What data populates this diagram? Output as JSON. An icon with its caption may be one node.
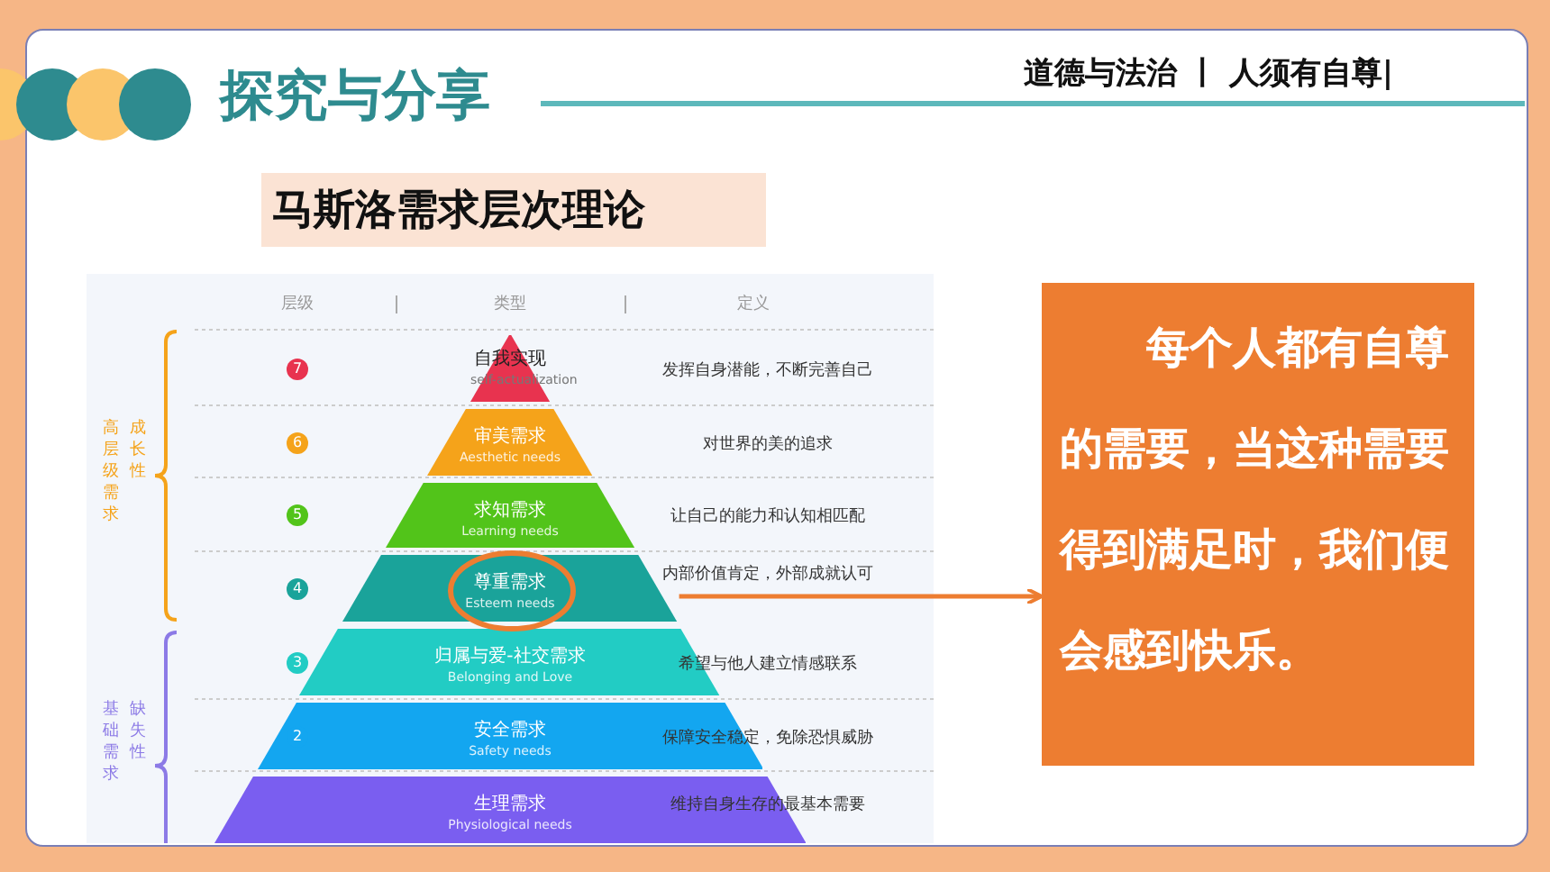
{
  "diagram": {
    "title": "探究与分享",
    "nodes": [
      {
        "text": [
          "马斯洛需求层次理论"
        ]
      },
      {
        "text": [
          "自我实现",
          "self-actualization"
        ]
      },
      {
        "text": [
          "审美需求",
          "Aesthetic needs"
        ]
      },
      {
        "text": [
          "求知需求",
          "Learning needs"
        ]
      },
      {
        "text": [
          "尊重需求",
          "Esteem needs"
        ]
      },
      {
        "text": [
          "归属与爱-社交需求",
          "Belonging and Love"
        ]
      },
      {
        "text": [
          "安全需求",
          "Safety needs"
        ]
      },
      {
        "text": [
          "生理需求",
          "Physiological needs"
        ]
      },
      {
        "text": [
          "每个人都有自尊的需要，当这种需要得到满足时，我们便会感到快乐。"
        ]
      }
    ],
    "edges": [
      {
        "from": 4,
        "to": 8,
        "arrow": "to"
      }
    ],
    "labels": [
      "道德与法治 丨 人须有自尊|",
      "层级",
      "类型",
      "定义",
      "7",
      "发挥自身潜能，不断完善自己",
      "6",
      "对世界的美的追求",
      "高层级需求",
      "成长性",
      "5",
      "让自己的能力和认知相匹配",
      "4",
      "内部价值肯定，外部成就认可",
      "3",
      "希望与他人建立情感联系",
      "2",
      "保障安全稳定，免除恐惧威胁",
      "基础需求",
      "缺失性",
      "维持自身生存的最基本需要"
    ]
  }
}
